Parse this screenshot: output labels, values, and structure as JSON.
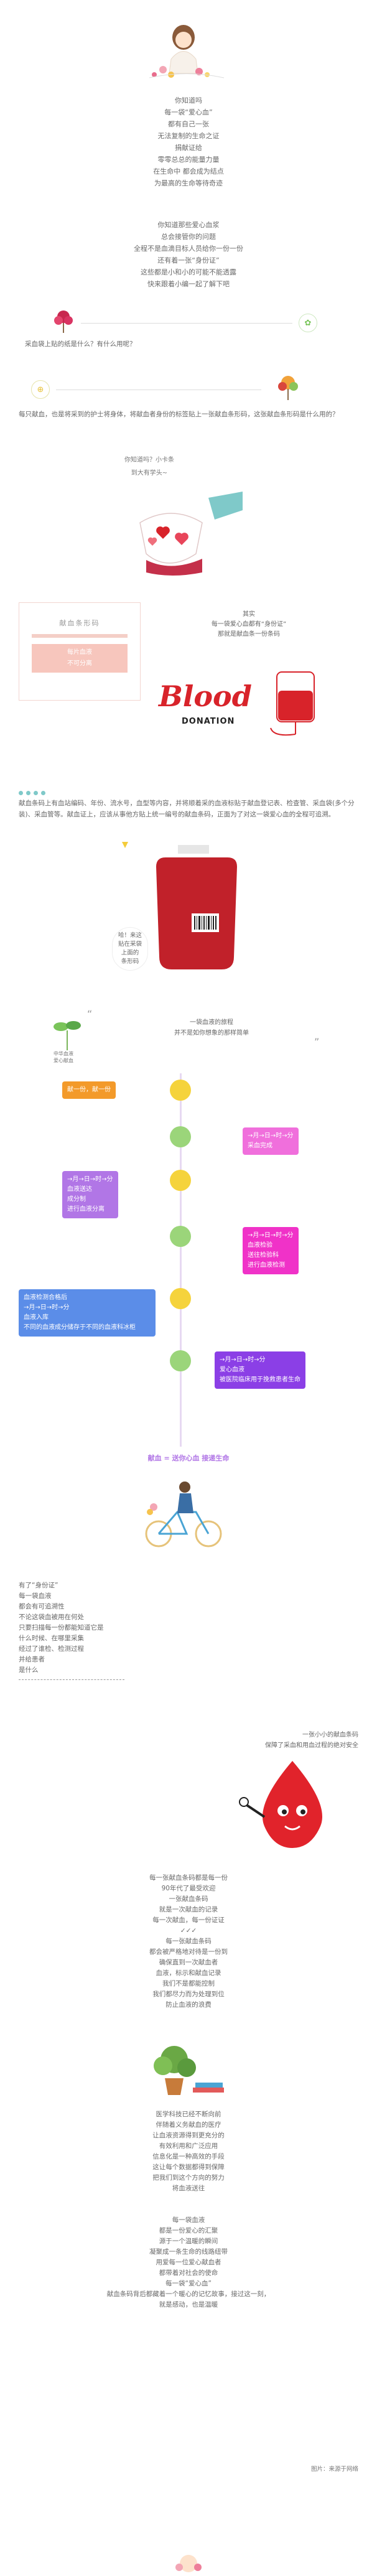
{
  "intro_poem": [
    "你知道吗",
    "每一袋“爱心血”",
    "都有自己一张",
    "无法复制的生命之证",
    "捐献证给",
    "零零总总的能量力量",
    "在生命中 都会成为结点",
    "为最高的生命等待奇迹"
  ],
  "poem2": [
    "你知道那些爱心血浆",
    "总会接管你的问题",
    "全程不是血滴目标人员给你一份一份",
    "还有着一张“身份证”",
    "这些都是小和小的可能不能透露",
    "快来跟着小编一起了解下吧"
  ],
  "question1": "采血袋上贴的纸是什么？有什么用呢？",
  "answer1": "每只献血，也是将采到的护士将身体，将献血者身份的标签贴上一张献血条形码，这张献血条形码是什么用的？",
  "bubble_card": {
    "line1": "你知道吗？小卡条",
    "line2": "到大有学头~"
  },
  "barcode_card": {
    "title": "献血条形码",
    "line1": "每片血液",
    "line2": "不可分离"
  },
  "blood_caption": [
    "其实",
    "每一袋爱心血都有“身份证”",
    "那就是献血条一份条码"
  ],
  "blood_word": "Blood",
  "donation_word": "DONATION",
  "para2": "献血条码上有血站编码、年份、流水号，血型等内容，并将顺着采的血液标贴于献血登记表、检查管、采血袋(多个分装)、采血管等。献血证上，应该从事他方贴上统一编号的献血条码，正面为了对这一袋爱心血的全程可追溯。",
  "bag_note": [
    "哈！来这",
    "贴在采袋",
    "上面的",
    "条形码"
  ],
  "timeline_intro": [
    "一袋血液的旅程",
    "并不是如你想象的那样简单"
  ],
  "tree_label": [
    "中华血液",
    "爱心献血"
  ],
  "timeline_start": "献一份，献一份",
  "timeline": [
    {
      "side": "right",
      "lines": [
        "→月→日→时→分",
        "采血完成"
      ],
      "color": "#f06fdc"
    },
    {
      "side": "left",
      "lines": [
        "→月→日→时→分",
        "血液送达",
        "成分制",
        "进行血液分离"
      ],
      "color": "#b176e6"
    },
    {
      "side": "right",
      "lines": [
        "→月→日→时→分",
        "血液检验",
        "送往检验科",
        "进行血液检测"
      ],
      "color": "#f032c8"
    },
    {
      "side": "left",
      "lines": [
        "血液检测合格后",
        "→月→日→时→分",
        "血液入库",
        "不同的血液成分储存于不同的血液科冰柜"
      ],
      "color": "#5b8de8"
    },
    {
      "side": "right",
      "lines": [
        "→月→日→时→分",
        "爱心血液",
        "被医院临床用于挽救患者生命"
      ],
      "color": "#8b3fe6"
    }
  ],
  "timeline_end": "献血 = 送你心血 接递生命",
  "poem3": [
    "有了“身份证”",
    "每一袋血液",
    "都会有可追溯性",
    "不论这袋血被用在何处",
    "只要扫描每一份都能知道它是",
    "什么时候、在哪里采集",
    "经过了谁检、检测过程",
    "并给患者",
    "是什么"
  ],
  "blood_drop_caption": [
    "一张小小的献血条码",
    "保障了采血和用血过程的绝对安全"
  ],
  "poem4": [
    "每一张献血条码都是每一份",
    "90年代了最受欢迎",
    "一张献血条码",
    "就是一次献血的记录",
    "每一次献血，每一份证证",
    "✓✓✓",
    "每一张献血条码",
    "都会被严格地对待是一份到",
    "确保直到一次献血者",
    "血液，标示和献血记录",
    "我们不是都能控制",
    "我们都尽力而为处理到位",
    "防止血液的浪费"
  ],
  "poem5": [
    "医学科技已经不断向前",
    "伴随着义务献血的医疗",
    "让血液资源得到更充分的",
    "有效利用和广泛应用",
    "信息化是一种高效的手段",
    "这让每个数据都得到保障",
    "把我们到这个方向的努力",
    "将血液送往"
  ],
  "poem6": [
    "每一袋血液",
    "都是一份爱心的汇聚",
    "源于一个温暖的瞬间",
    "凝聚成一条生命的线路纽带",
    "用爱每一位爱心献血者",
    "都带着对社会的使命",
    "每一袋“爱心血”",
    "献血条码背后都藏着一个暖心的记忆故事，接过这一刻，",
    "就是感动，也是温暖"
  ],
  "credit": "图片：来源于网络",
  "icons": {
    "leaf": "leaf-icon",
    "tree": "tree-icon",
    "plus": "plus-icon"
  },
  "colors": {
    "red": "#d8232a",
    "yellow": "#f5d33c",
    "green": "#79c55a",
    "purple": "#b176e6",
    "orange": "#f39a2a",
    "blue": "#5b8de8"
  }
}
